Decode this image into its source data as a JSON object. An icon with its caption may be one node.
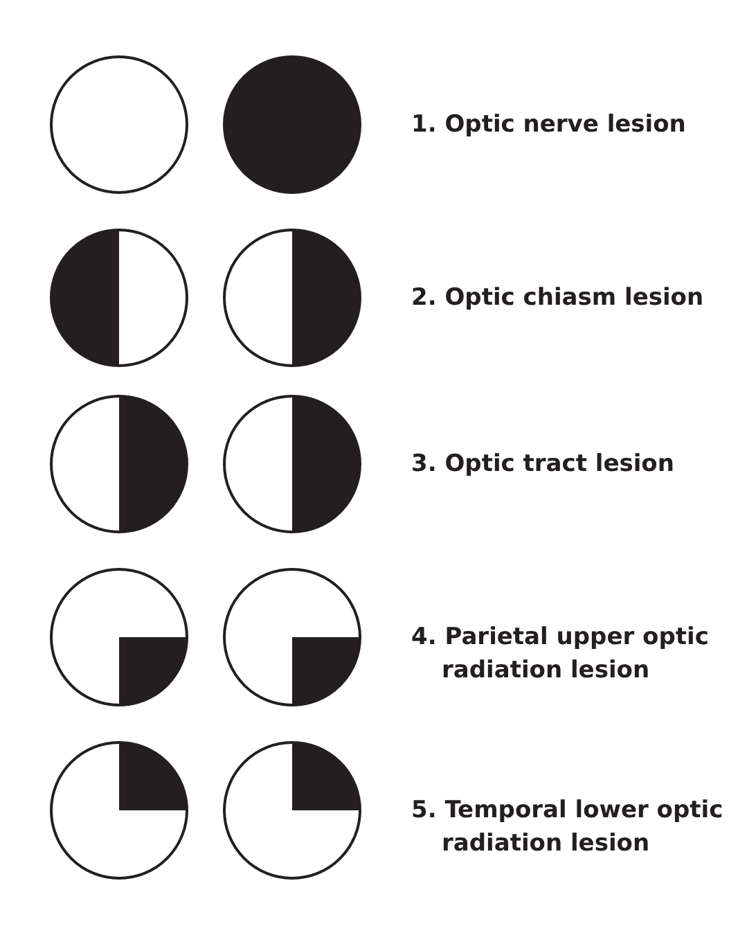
{
  "diagram": {
    "labels": [
      "1. Optic nerve lesion",
      "2. Optic chiasm lesion",
      "3. Optic tract lesion",
      "4. Parietal upper optic radiation lesion",
      "5. Temporal lower optic radiation lesion"
    ]
  }
}
